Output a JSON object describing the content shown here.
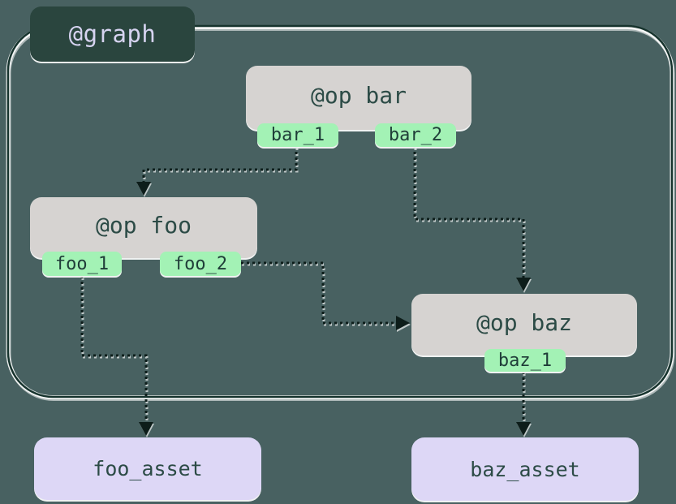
{
  "graph": {
    "label": "@graph"
  },
  "ops": [
    {
      "id": "bar",
      "label": "@op bar",
      "outputs": [
        "bar_1",
        "bar_2"
      ]
    },
    {
      "id": "foo",
      "label": "@op foo",
      "outputs": [
        "foo_1",
        "foo_2"
      ]
    },
    {
      "id": "baz",
      "label": "@op baz",
      "outputs": [
        "baz_1"
      ]
    }
  ],
  "assets": [
    {
      "label": "foo_asset"
    },
    {
      "label": "baz_asset"
    }
  ],
  "edges": [
    {
      "from": "bar.bar_1",
      "to": "op foo"
    },
    {
      "from": "bar.bar_2",
      "to": "op baz"
    },
    {
      "from": "foo.foo_2",
      "to": "op baz"
    },
    {
      "from": "foo.foo_1",
      "to": "foo_asset"
    },
    {
      "from": "baz.baz_1",
      "to": "baz_asset"
    }
  ],
  "colors": {
    "bg": "#486161",
    "boundary": "#16332d",
    "graph-fill": "#2a453e",
    "graph-text": "#d6d3f0",
    "op-fill": "#d6d3d1",
    "op-text": "#2c4b46",
    "tab-fill": "#a3f2b5",
    "tab-text": "#1f3d38",
    "asset-fill": "#ddd7f6",
    "asset-text": "#2c4b46",
    "edge": "#0d1d1a"
  }
}
